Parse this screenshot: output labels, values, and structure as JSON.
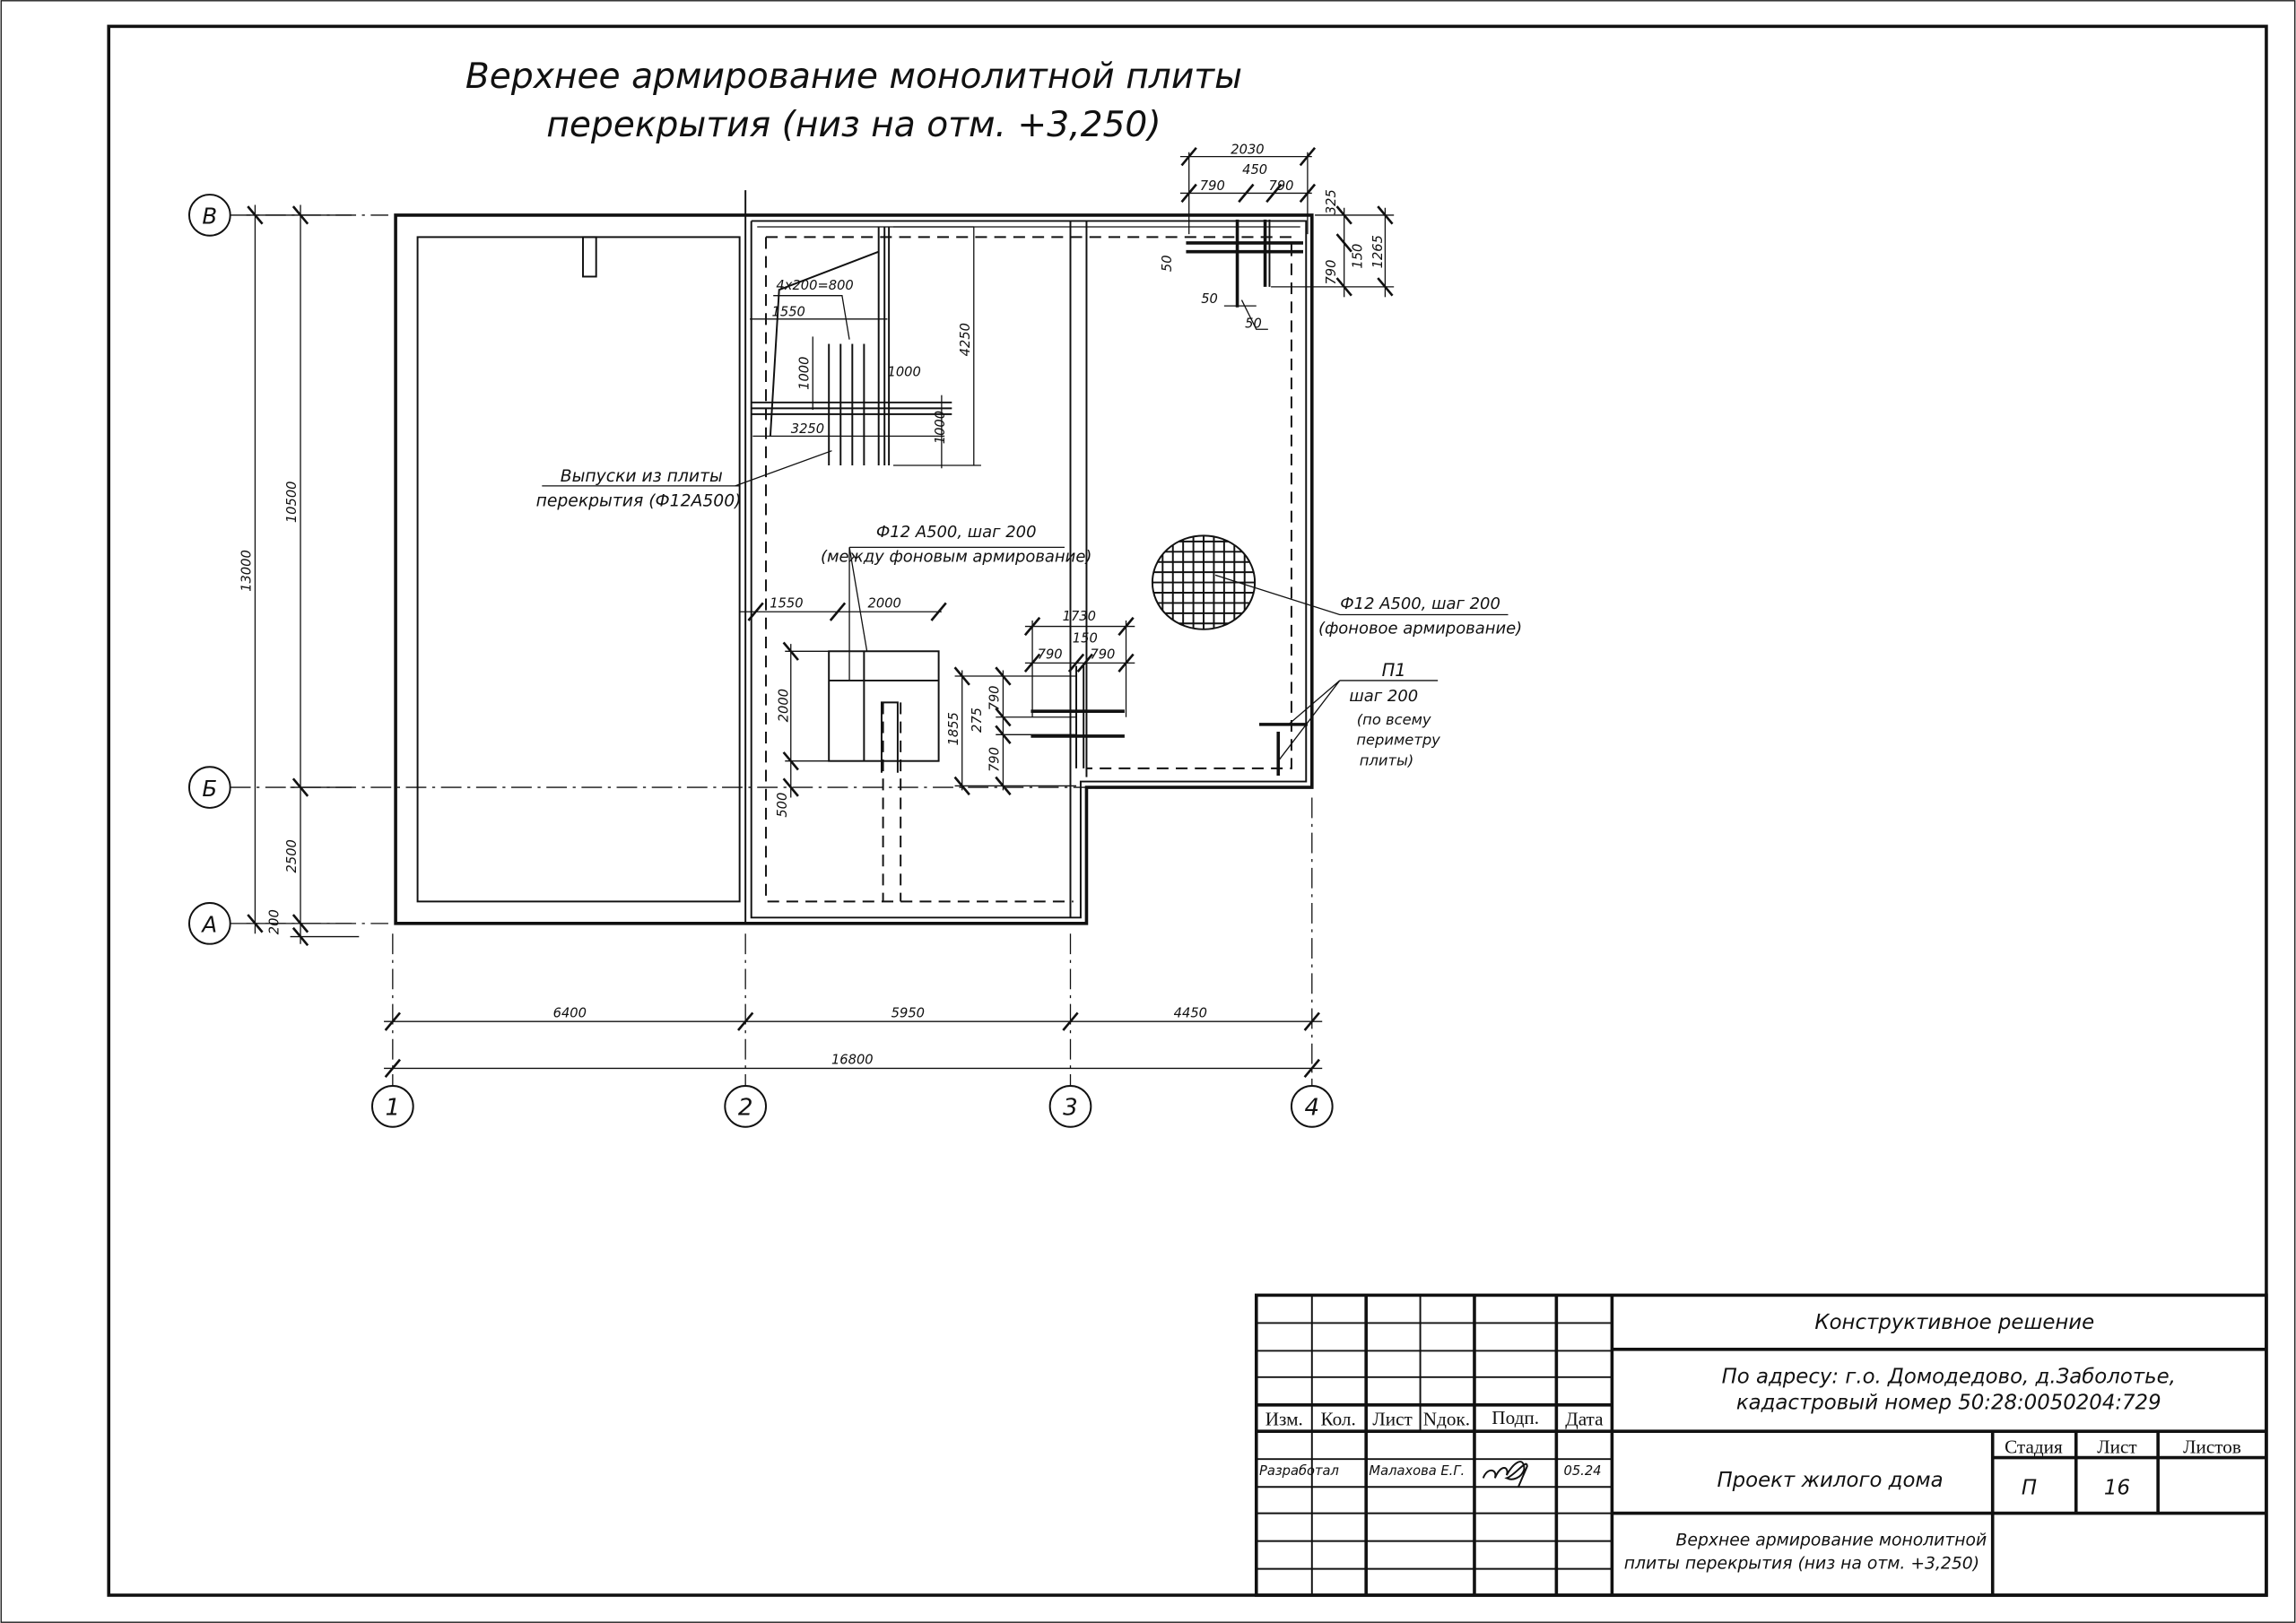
{
  "title": {
    "line1": "Верхнее армирование монолитной плиты",
    "line2": "перекрытия (низ на отм. +3,250)"
  },
  "axes": {
    "rows": [
      "В",
      "Б",
      "А"
    ],
    "columns": [
      "1",
      "2",
      "3",
      "4"
    ]
  },
  "dimensions": {
    "left": [
      "13000",
      "10500",
      "2500",
      "200"
    ],
    "bottom": [
      "6400",
      "5950",
      "4450",
      "16800"
    ],
    "top_right": [
      "2030",
      "450",
      "790",
      "790",
      "325",
      "50",
      "790",
      "150",
      "1265",
      "50",
      "50"
    ],
    "stair": [
      "4x200=800",
      "1550",
      "1000",
      "1000",
      "3250",
      "1000",
      "4250"
    ],
    "opening": [
      "1550",
      "2000",
      "2000",
      "500"
    ],
    "center": [
      "1730",
      "150",
      "790",
      "790",
      "1855",
      "790",
      "275",
      "790"
    ]
  },
  "annotations": {
    "outlets": [
      "Выпуски из плиты",
      "перекрытия (Ф12А500)"
    ],
    "between": [
      "Ф12 А500, шаг 200",
      "(между фоновым армирование)"
    ],
    "background": [
      "Ф12 А500, шаг 200",
      "(фоновое армирование)"
    ],
    "p1": [
      "П1",
      "шаг 200",
      "(по всему",
      "периметру",
      "плиты)"
    ]
  },
  "title_block": {
    "section": "Конструктивное решение",
    "address_line1": "По адресу: г.о. Домодедово, д.Заболотье,",
    "address_line2": "кадастровый номер 50:28:0050204:729",
    "headers": [
      "Изм.",
      "Кол.",
      "Лист",
      "Nдок.",
      "Подп.",
      "Дата"
    ],
    "role": "Разработал",
    "name": "Малахова Е.Г.",
    "date": "05.24",
    "project": "Проект жилого дома",
    "stage_label": "Стадия",
    "sheet_label": "Лист",
    "sheets_label": "Листов",
    "stage": "П",
    "sheet": "16",
    "sheet_title_line1": "Верхнее армирование монолитной",
    "sheet_title_line2": "плиты перекрытия (низ на отм. +3,250)"
  }
}
